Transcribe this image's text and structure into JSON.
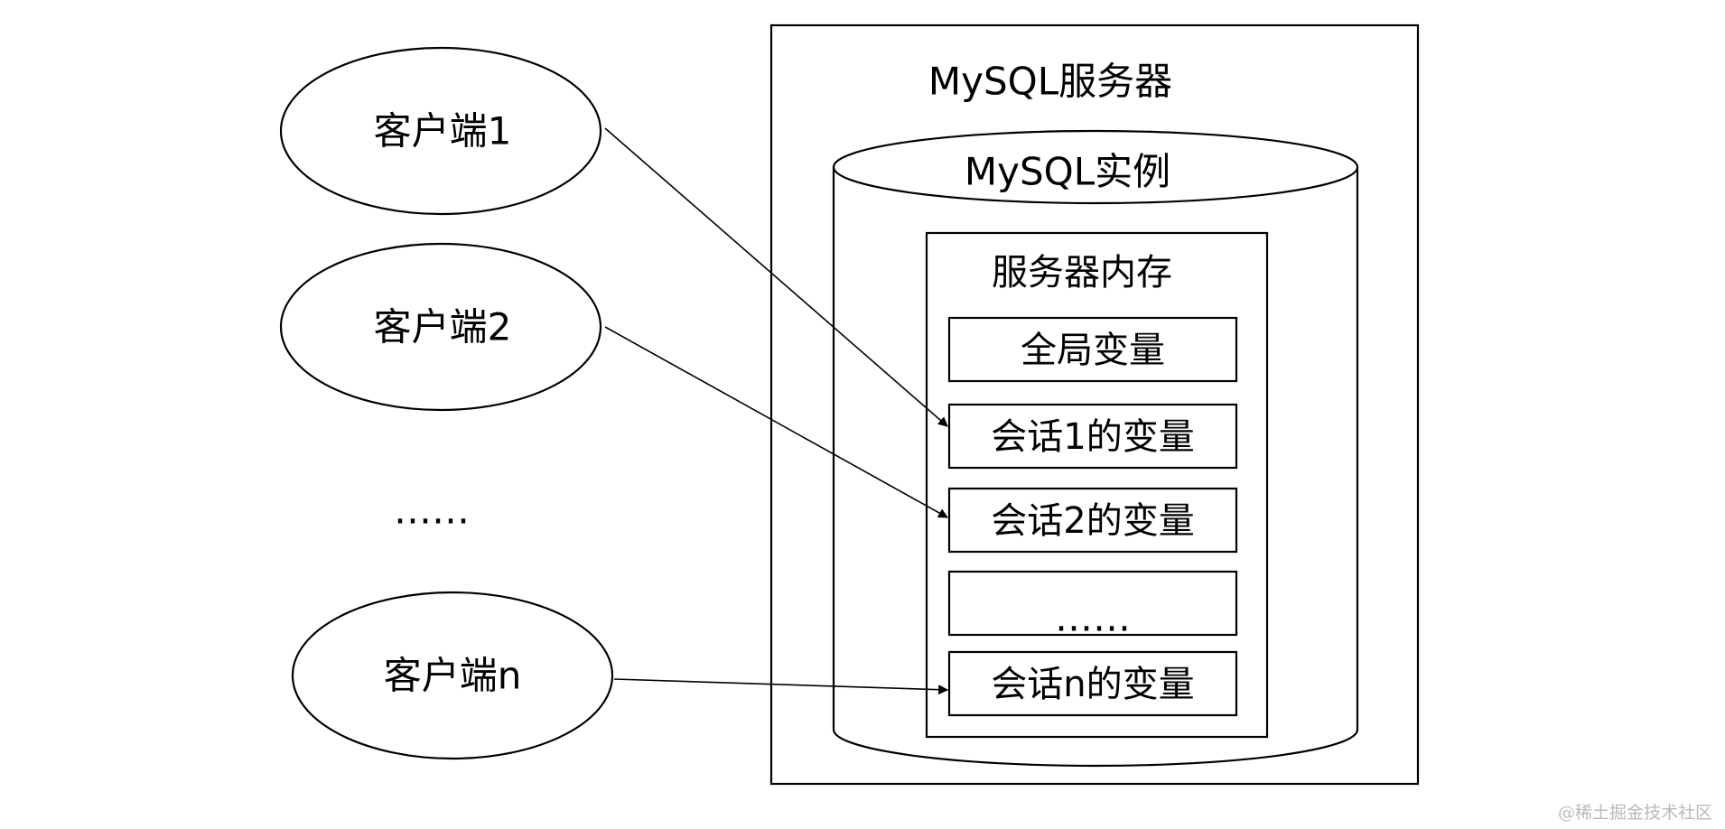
{
  "diagram": {
    "server_label": "MySQL服务器",
    "instance_label": "MySQL实例",
    "memory_label": "服务器内存",
    "memory_items": {
      "global": "全局变量",
      "session1": "会话1的变量",
      "session2": "会话2的变量",
      "ellipsis": "……",
      "sessionn": "会话n的变量"
    },
    "clients": {
      "c1": "客户端1",
      "c2": "客户端2",
      "ellipsis": "……",
      "cn": "客户端n"
    }
  },
  "watermark": "@稀土掘金技术社区"
}
